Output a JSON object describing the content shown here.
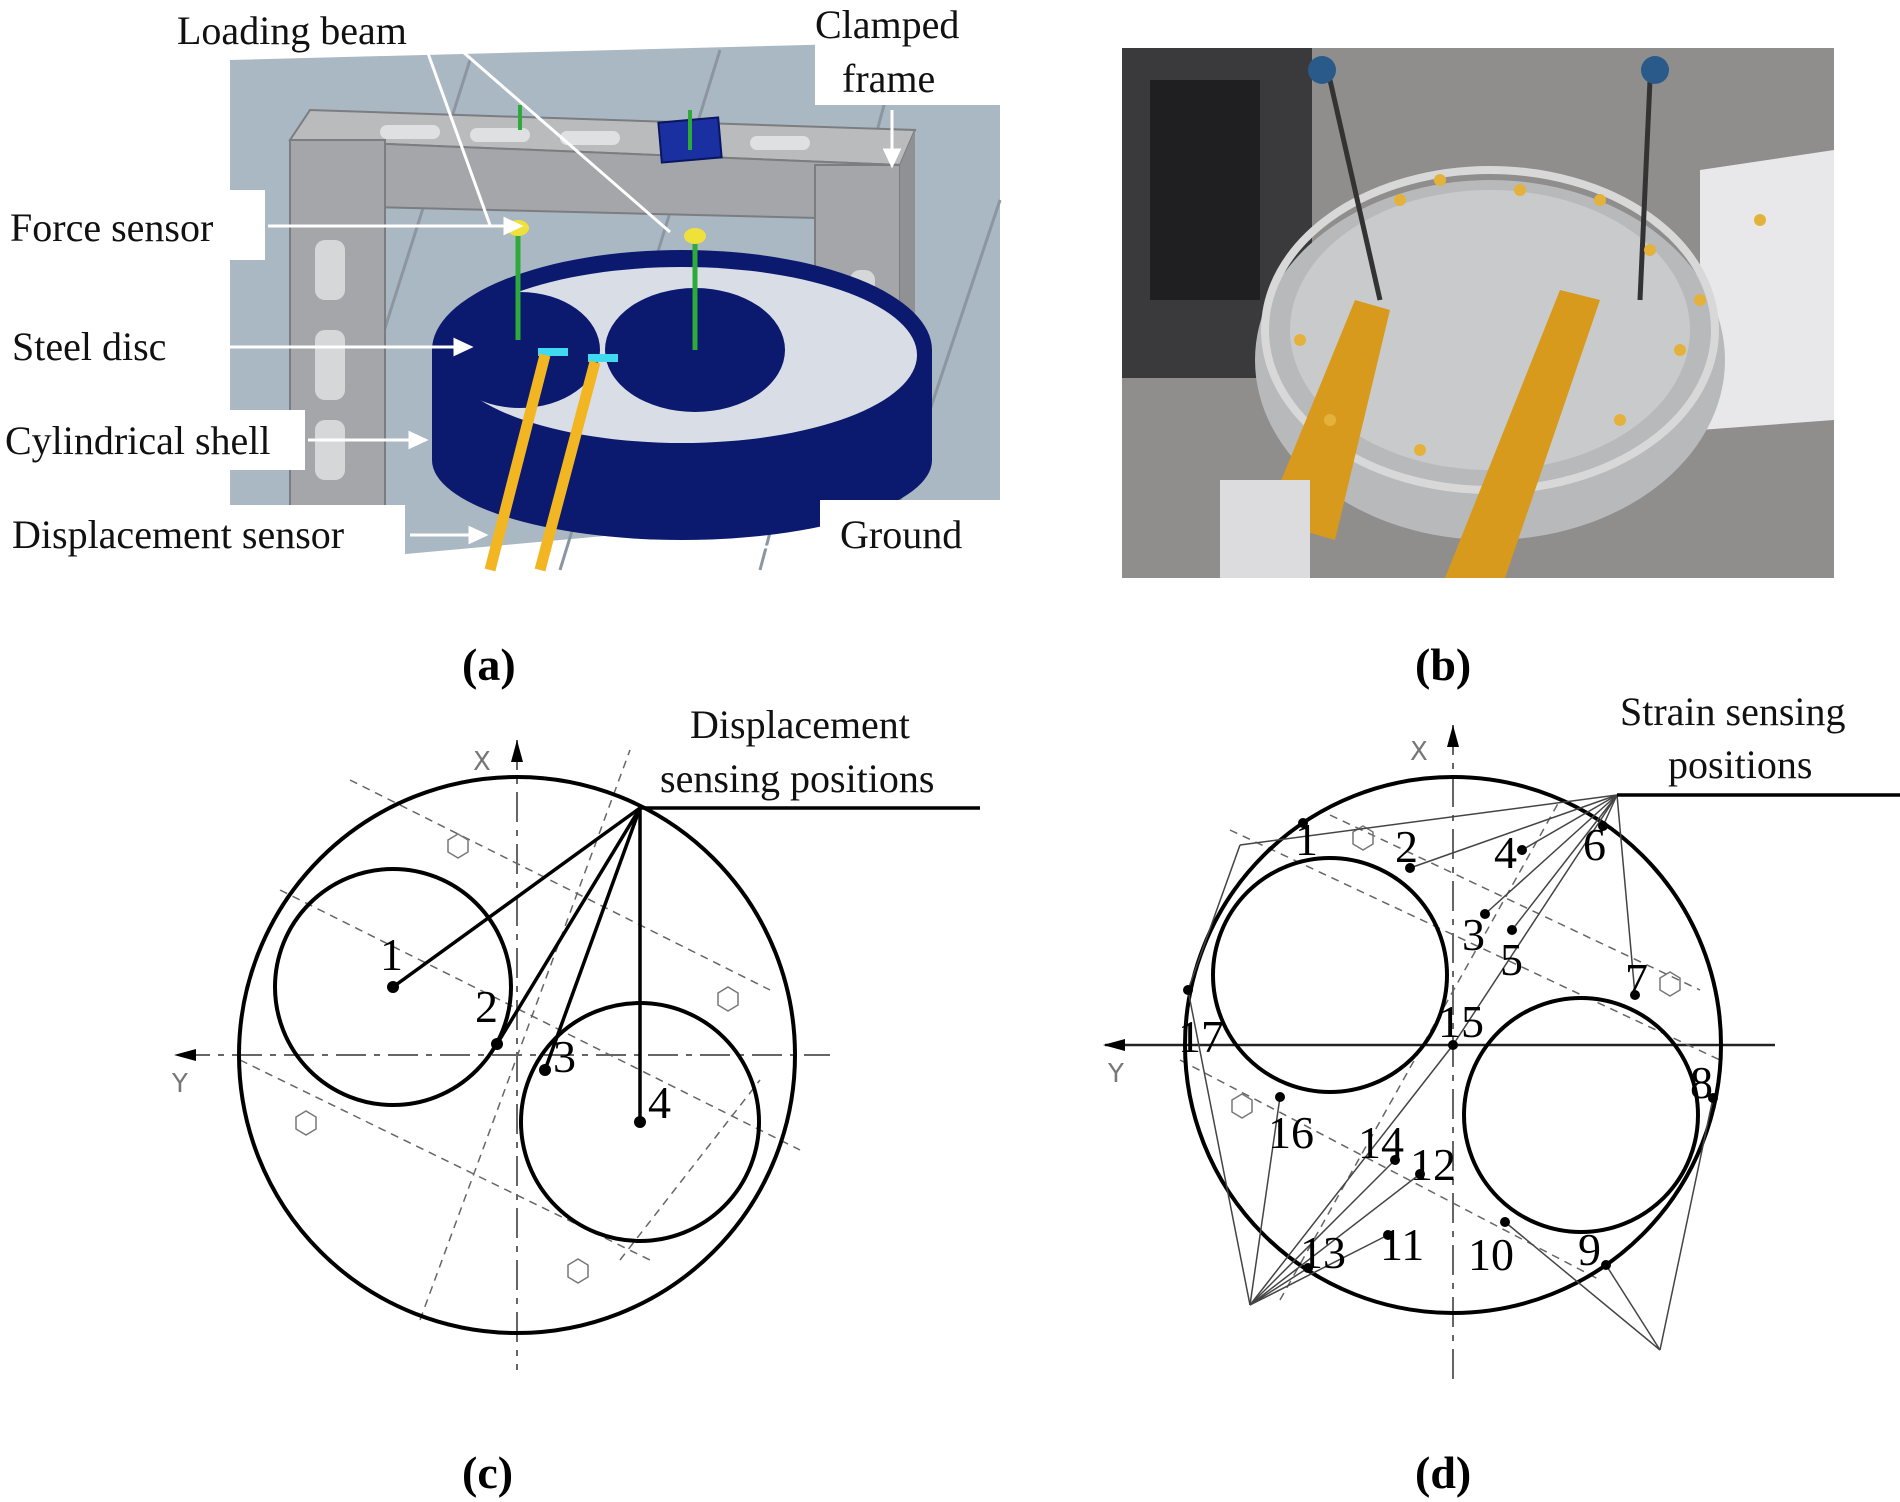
{
  "panel_a": {
    "labels": {
      "loading_beam": "Loading beam",
      "clamped_frame_1": "Clamped",
      "clamped_frame_2": "frame",
      "force_sensor": "Force sensor",
      "steel_disc": "Steel disc",
      "cylindrical_shell": "Cylindrical shell",
      "displacement_sensor": "Displacement sensor",
      "ground": "Ground"
    },
    "caption": "(a)"
  },
  "panel_b": {
    "caption": "(b)"
  },
  "panel_c": {
    "title_1": "Displacement",
    "title_2": "sensing positions",
    "axis_x": "X",
    "axis_y": "Y",
    "points": [
      "1",
      "2",
      "3",
      "4"
    ],
    "caption": "(c)"
  },
  "panel_d": {
    "title_1": "Strain sensing",
    "title_2": "positions",
    "axis_x": "X",
    "axis_y": "Y",
    "points": [
      "1",
      "2",
      "3",
      "4",
      "5",
      "6",
      "7",
      "8",
      "9",
      "10",
      "11",
      "12",
      "13",
      "14",
      "15",
      "16",
      "17"
    ],
    "caption": "(d)"
  },
  "colors": {
    "shell": "#0b1a6e",
    "frame": "#a7a9ab",
    "background_panel": "#aab8c4",
    "sensor_rod": "#f2b623",
    "force_rod": "#2eaa3a",
    "force_tip": "#f0e03a",
    "photo_bg": "#8f8e8c",
    "photo_beam": "#d79a1c"
  }
}
